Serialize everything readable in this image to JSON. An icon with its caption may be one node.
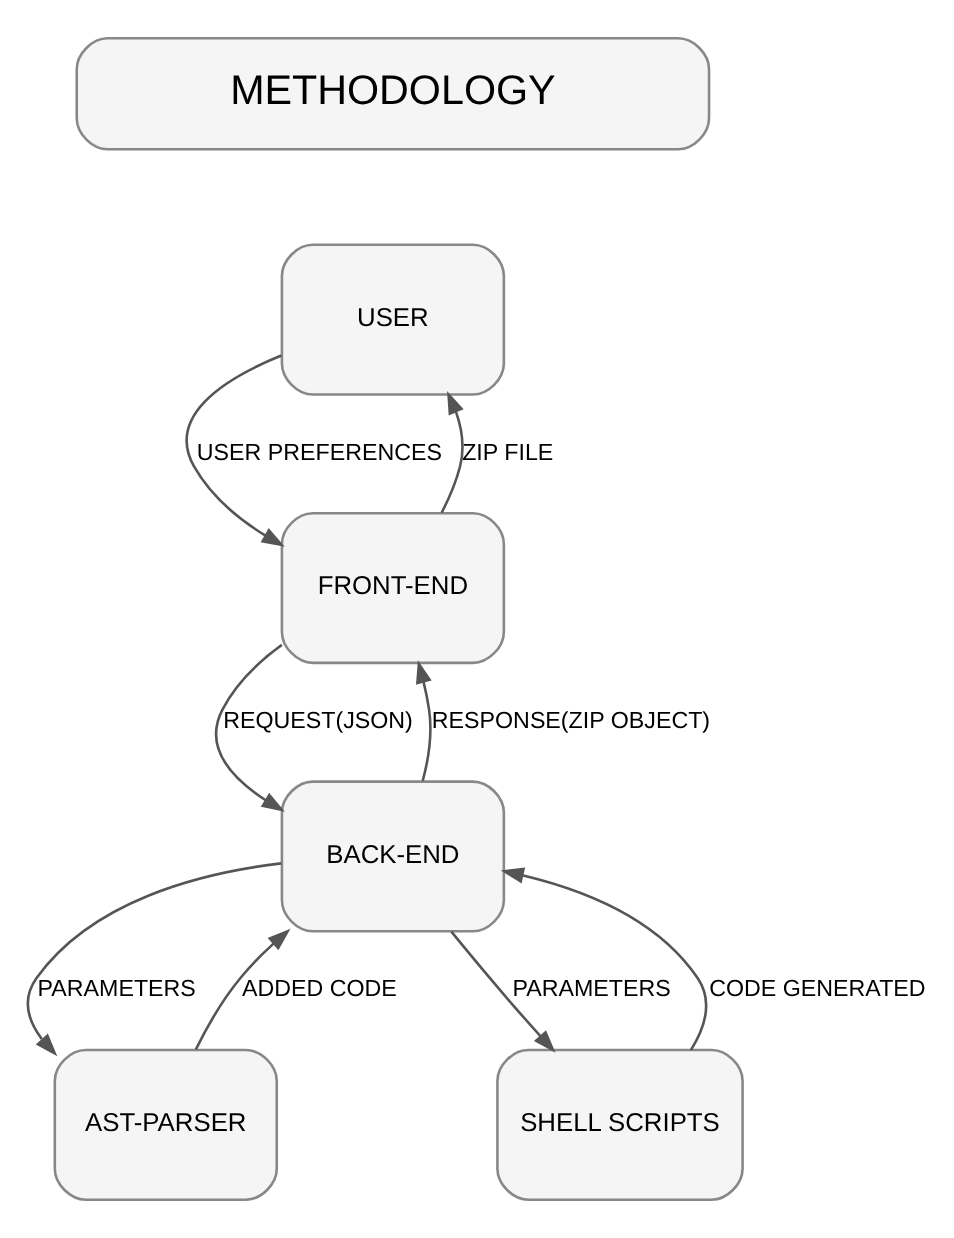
{
  "diagram": {
    "nodes": [
      {
        "text": [
          "METHODOLOGY"
        ]
      },
      {
        "text": [
          "USER"
        ]
      },
      {
        "text": [
          "FRONT-END"
        ]
      },
      {
        "text": [
          "BACK-END"
        ]
      },
      {
        "text": [
          "AST-PARSER"
        ]
      },
      {
        "text": [
          "SHELL SCRIPTS"
        ]
      }
    ],
    "edges": [
      {
        "from": 1,
        "to": 2,
        "arrow": "to",
        "label": "USER PREFERENCES"
      },
      {
        "from": 2,
        "to": 1,
        "arrow": "to",
        "label": "ZIP FILE"
      },
      {
        "from": 2,
        "to": 3,
        "arrow": "to",
        "label": "REQUEST(JSON)"
      },
      {
        "from": 3,
        "to": 2,
        "arrow": "to",
        "label": "RESPONSE(ZIP OBJECT)"
      },
      {
        "from": 4,
        "to": 3,
        "arrow": "to",
        "label": "ADDED CODE"
      },
      {
        "from": 5,
        "to": 3,
        "arrow": "to",
        "label": "CODE GENERATED"
      },
      {
        "from": 3,
        "to": 4,
        "arrow": "to",
        "label": "PARAMETERS"
      },
      {
        "from": 3,
        "to": 5,
        "arrow": "to",
        "label": "PARAMETERS"
      }
    ]
  }
}
